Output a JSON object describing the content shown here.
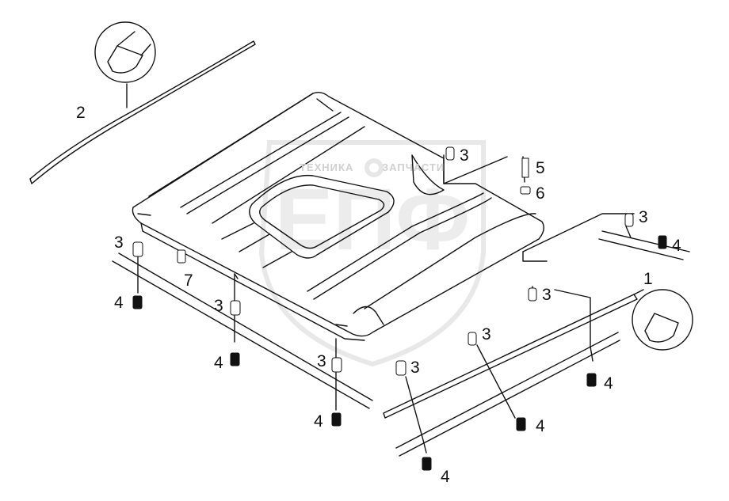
{
  "diagram": {
    "watermark": {
      "logo_text": "ЕПФ",
      "left_text": "ТЕХНИКА",
      "right_text": "ЗАПЧАСТИ",
      "emblem_icon": "gear-icon"
    },
    "callouts": {
      "c1": "1",
      "c2": "2",
      "c3_top": "3",
      "c3_right": "3",
      "c3_left": "3",
      "c3_mid": "3",
      "c3_front": "3",
      "c3_lowA": "3",
      "c3_lowB": "3",
      "c3_rail": "3",
      "c4_right": "4",
      "c4_left": "4",
      "c4_mid": "4",
      "c4_front": "4",
      "c4_rail": "4",
      "c4_lowA": "4",
      "c4_lowB": "4",
      "c5": "5",
      "c6": "6",
      "c7": "7"
    }
  }
}
